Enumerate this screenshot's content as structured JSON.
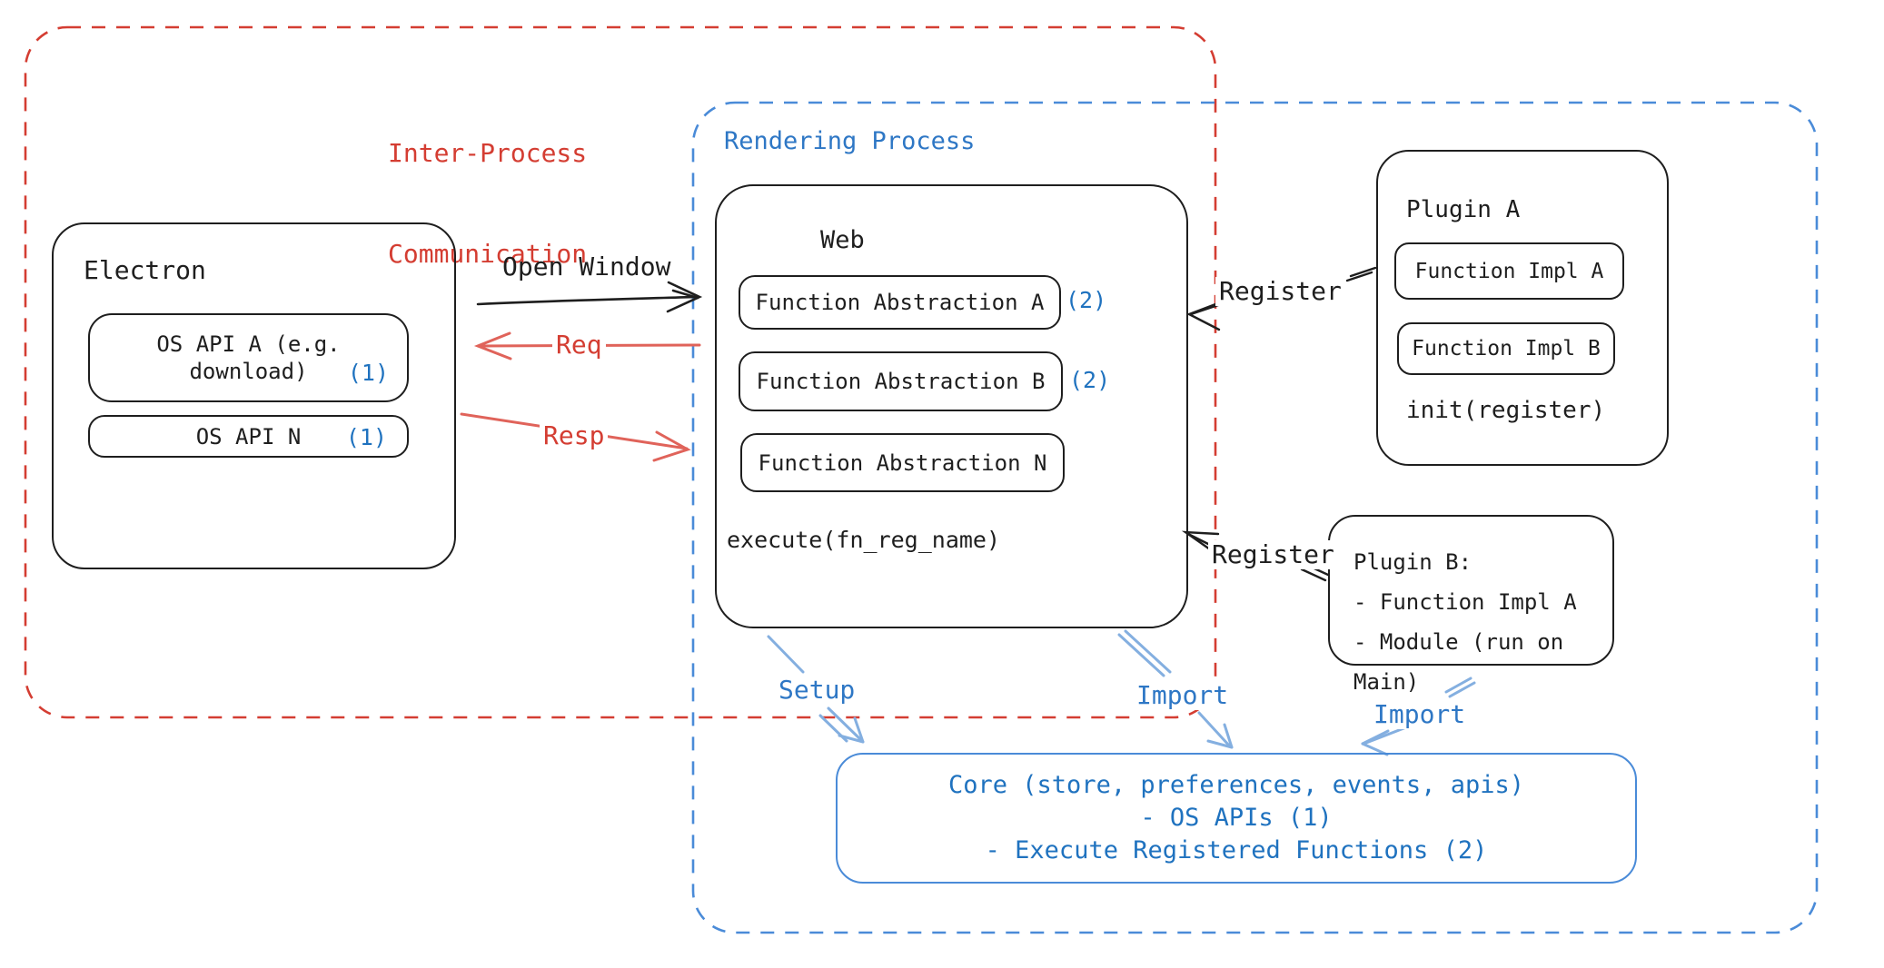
{
  "colors": {
    "red": "#d43d32",
    "red-arrow": "#e0635a",
    "blue": "#1f72bf",
    "blue-label": "#2e77c5",
    "blue-border": "#4a8bd8",
    "blue-arrow": "#84afe0",
    "black": "#1e1e1e",
    "bg": "#ffffff"
  },
  "ipc": {
    "line1": "Inter-Process",
    "line2": "Communication"
  },
  "rendering": {
    "label": "Rendering Process"
  },
  "electron": {
    "title": "Electron",
    "api_a_line1": "OS API A (e.g.",
    "api_a_line2": "download)",
    "api_a_badge": "(1)",
    "api_n_label": "OS API N",
    "api_n_badge": "(1)"
  },
  "web": {
    "title": "Web",
    "fa_a": "Function Abstraction A",
    "fa_a_badge": "(2)",
    "fa_b": "Function Abstraction B",
    "fa_b_badge": "(2)",
    "fa_n": "Function Abstraction N",
    "execute_label": "execute(fn_reg_name)"
  },
  "plugin_a": {
    "title": "Plugin A",
    "impl_a": "Function Impl A",
    "impl_b": "Function Impl B",
    "init_label": "init(register)"
  },
  "plugin_b": {
    "line1": "Plugin B:",
    "line2": "- Function Impl A",
    "line3": "- Module (run on Main)"
  },
  "core": {
    "line1": "Core (store, preferences, events, apis)",
    "line2": "- OS APIs (1)",
    "line3": "- Execute Registered Functions (2)"
  },
  "labels": {
    "open_window": "Open Window",
    "req": "Req",
    "resp": "Resp",
    "register_top": "Register",
    "register_bottom": "Register",
    "setup": "Setup",
    "import_web": "Import",
    "import_plugin": "Import"
  }
}
